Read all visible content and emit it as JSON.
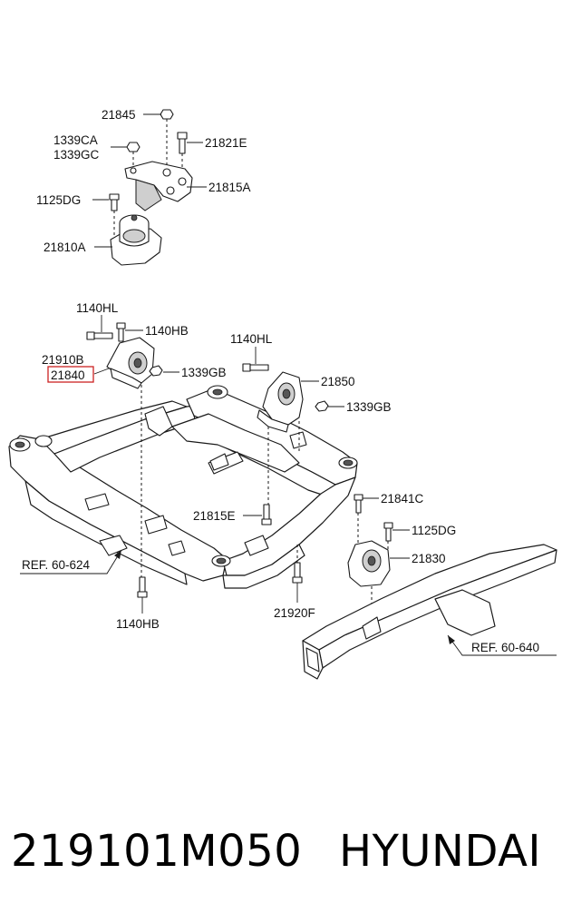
{
  "diagram": {
    "callouts": {
      "c21845": "21845",
      "c1339ca": "1339CA",
      "c1339gc": "1339GC",
      "c21821e": "21821E",
      "c1125dg_top": "1125DG",
      "c21815a": "21815A",
      "c21810a": "21810A",
      "c1140hl_left": "1140HL",
      "c1140hb_top": "1140HB",
      "c21910b": "21910B",
      "c21840": "21840",
      "c1339gb_left": "1339GB",
      "c1140hl_right": "1140HL",
      "c21850": "21850",
      "c1339gb_right": "1339GB",
      "c21841c": "21841C",
      "c1125dg_right": "1125DG",
      "c21815e": "21815E",
      "c21830": "21830",
      "c21920f": "21920F",
      "c1140hb_bottom": "1140HB",
      "ref_left": "REF. 60-624",
      "ref_right": "REF. 60-640"
    },
    "highlight_color": "#cc2222"
  },
  "footer": {
    "part_number": "219101M050",
    "brand": "HYUNDAI"
  }
}
